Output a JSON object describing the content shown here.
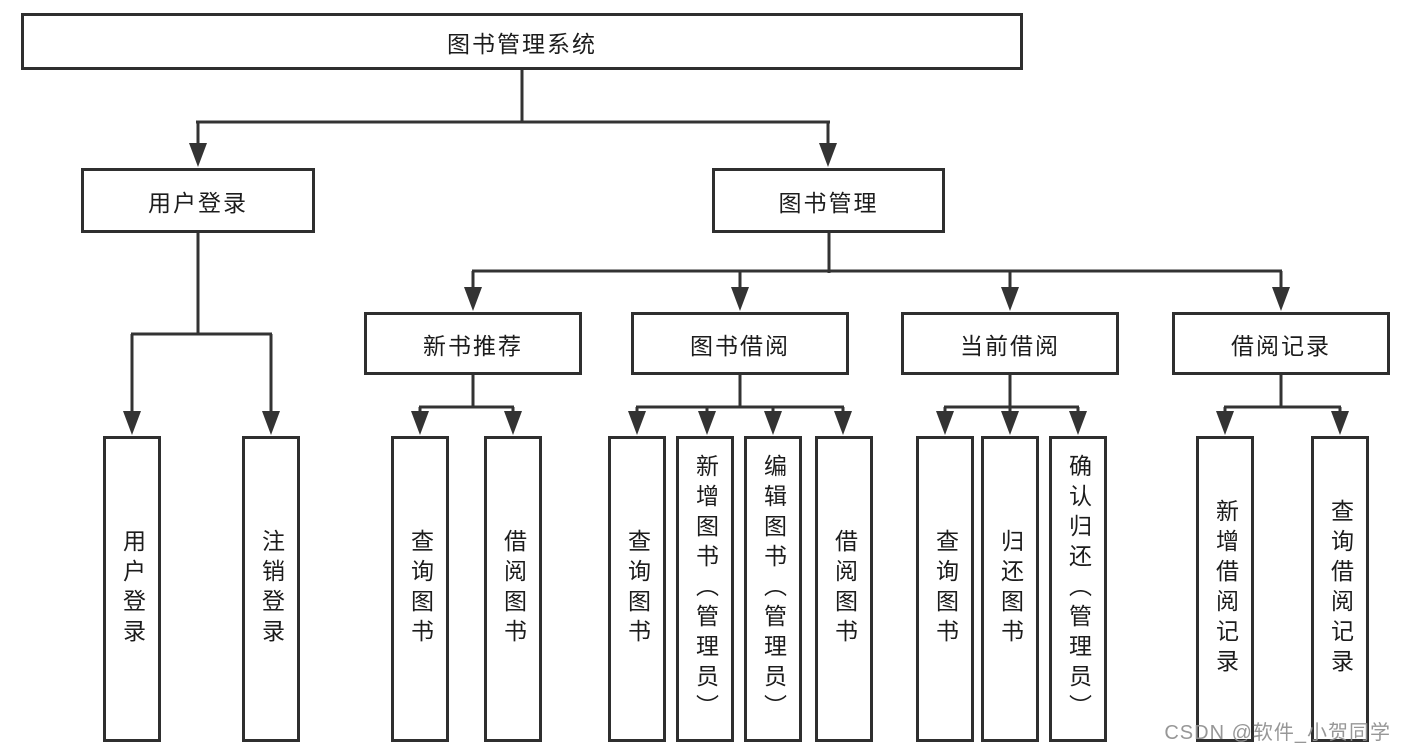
{
  "diagram": {
    "root": {
      "label": "图书管理系统"
    },
    "level2": [
      {
        "id": "user-login",
        "label": "用户登录"
      },
      {
        "id": "book-management",
        "label": "图书管理"
      }
    ],
    "level3": [
      {
        "id": "new-book-recommend",
        "label": "新书推荐"
      },
      {
        "id": "book-borrowing",
        "label": "图书借阅"
      },
      {
        "id": "current-borrowing",
        "label": "当前借阅"
      },
      {
        "id": "borrowing-records",
        "label": "借阅记录"
      }
    ],
    "leaves": [
      {
        "id": "user-login",
        "label": "用户登录"
      },
      {
        "id": "logout",
        "label": "注销登录"
      },
      {
        "id": "query-books-recommend",
        "label": "查询图书"
      },
      {
        "id": "borrow-books-recommend",
        "label": "借阅图书"
      },
      {
        "id": "query-books-borrowing",
        "label": "查询图书"
      },
      {
        "id": "add-books-admin",
        "label": "新增图书（管理员）"
      },
      {
        "id": "edit-books-admin",
        "label": "编辑图书（管理员）"
      },
      {
        "id": "borrow-books-borrowing",
        "label": "借阅图书"
      },
      {
        "id": "query-books-current",
        "label": "查询图书"
      },
      {
        "id": "return-books",
        "label": "归还图书"
      },
      {
        "id": "confirm-return-admin",
        "label": "确认归还（管理员）"
      },
      {
        "id": "add-borrow-record",
        "label": "新增借阅记录"
      },
      {
        "id": "query-borrow-record",
        "label": "查询借阅记录"
      }
    ]
  },
  "watermark": {
    "text": "CSDN @软件_小贺同学"
  },
  "colors": {
    "line": "#333333",
    "border": "#2f2f2f",
    "text": "#1c1c1c",
    "watermark": "#919191",
    "background": "#ffffff"
  }
}
